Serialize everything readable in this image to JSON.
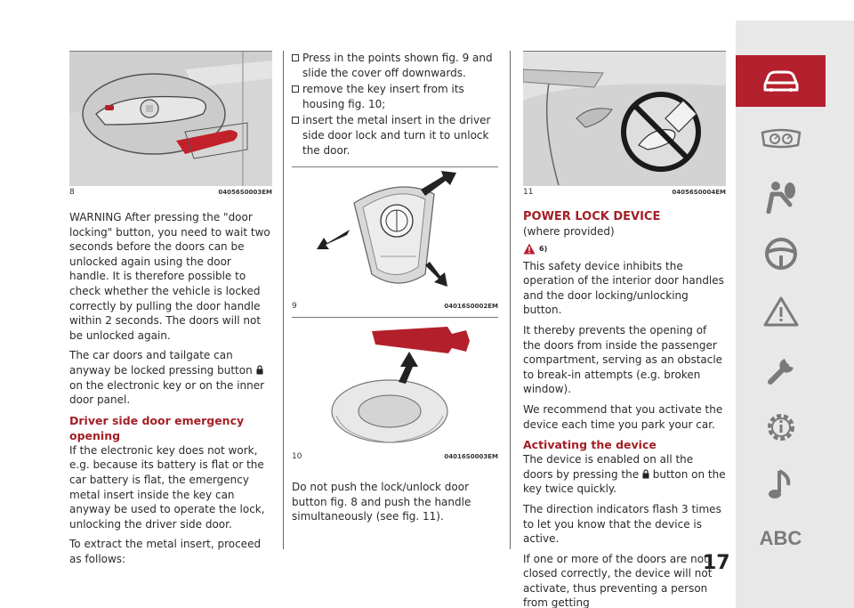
{
  "col1": {
    "fig8_num": "8",
    "fig8_code": "04056S0003EM",
    "p1": "WARNING After pressing the \"door locking\" button, you need to wait two seconds before the doors can be unlocked again using the door handle. It is therefore possible to check whether the vehicle is locked correctly by pulling the door handle within 2 seconds. The doors will not be unlocked again.",
    "p2_a": "The car doors and tailgate can anyway be locked pressing button",
    "p2_b": "on the electronic key or on the inner door panel.",
    "heading": "Driver side door emergency opening",
    "p3": "If the electronic key does not work, e.g. because its battery is flat or the car battery is flat, the emergency metal insert inside the key can anyway be used to operate the lock, unlocking the driver side door.",
    "p4": "To extract the metal insert, proceed as follows:"
  },
  "col2": {
    "bullets": [
      "Press in the points shown fig. 9 and slide the cover off downwards.",
      "remove the key insert from its housing fig. 10;",
      "insert the metal insert in the driver side door lock and turn it to unlock the door."
    ],
    "fig9_num": "9",
    "fig9_code": "04016S0002EM",
    "fig10_num": "10",
    "fig10_code": "04016S0003EM",
    "p1": "Do not push the lock/unlock door button fig. 8 and push the handle simultaneously (see fig. 11)."
  },
  "col3": {
    "fig11_num": "11",
    "fig11_code": "04056S0004EM",
    "title": "POWER LOCK DEVICE",
    "subtitle": "(where provided)",
    "warn_ref": "6)",
    "p1": "This safety device inhibits the operation of the interior door handles and the door locking/unlocking button.",
    "p2": "It thereby prevents the opening of the doors from inside the passenger compartment, serving as an obstacle to break-in attempts (e.g. broken window).",
    "p3": "We recommend that you activate the device each time you park your car.",
    "heading": "Activating the device",
    "p4_a": "The device is enabled on all the doors by pressing the",
    "p4_b": "button on the key twice quickly.",
    "p5": "The direction indicators flash 3 times to let you know that the device is active.",
    "p6": "If one or more of the doors are not closed correctly, the device will not activate, thus preventing a person from getting"
  },
  "page_number": "17",
  "sidebar": {
    "accent": "#b5202e",
    "background": "#e8e8e8",
    "items": [
      "car-icon",
      "dashboard-icon",
      "airbag-icon",
      "steering-wheel-icon",
      "warning-icon",
      "wrench-icon",
      "gear-info-icon",
      "music-note-icon",
      "abc-index-icon"
    ],
    "abc_label": "ABC"
  }
}
